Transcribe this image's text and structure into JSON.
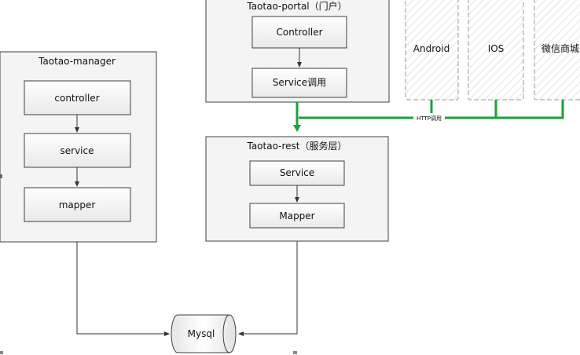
{
  "diagram": {
    "manager": {
      "title": "Taotao-manager",
      "layers": [
        "controller",
        "service",
        "mapper"
      ]
    },
    "portal": {
      "title": "Taotao-portal（门户）",
      "layers": [
        "Controller",
        "Service调用"
      ]
    },
    "rest": {
      "title": "Taotao-rest（服务层）",
      "layers": [
        "Service",
        "Mapper"
      ]
    },
    "clients": [
      "Android",
      "IOS",
      "微信商城"
    ],
    "http_label": "HTTP调用",
    "database": "Mysql"
  },
  "colors": {
    "http_line": "#1aa13a",
    "connector": "#333333",
    "box_border": "#404040",
    "client_border": "#9a9a9a"
  }
}
